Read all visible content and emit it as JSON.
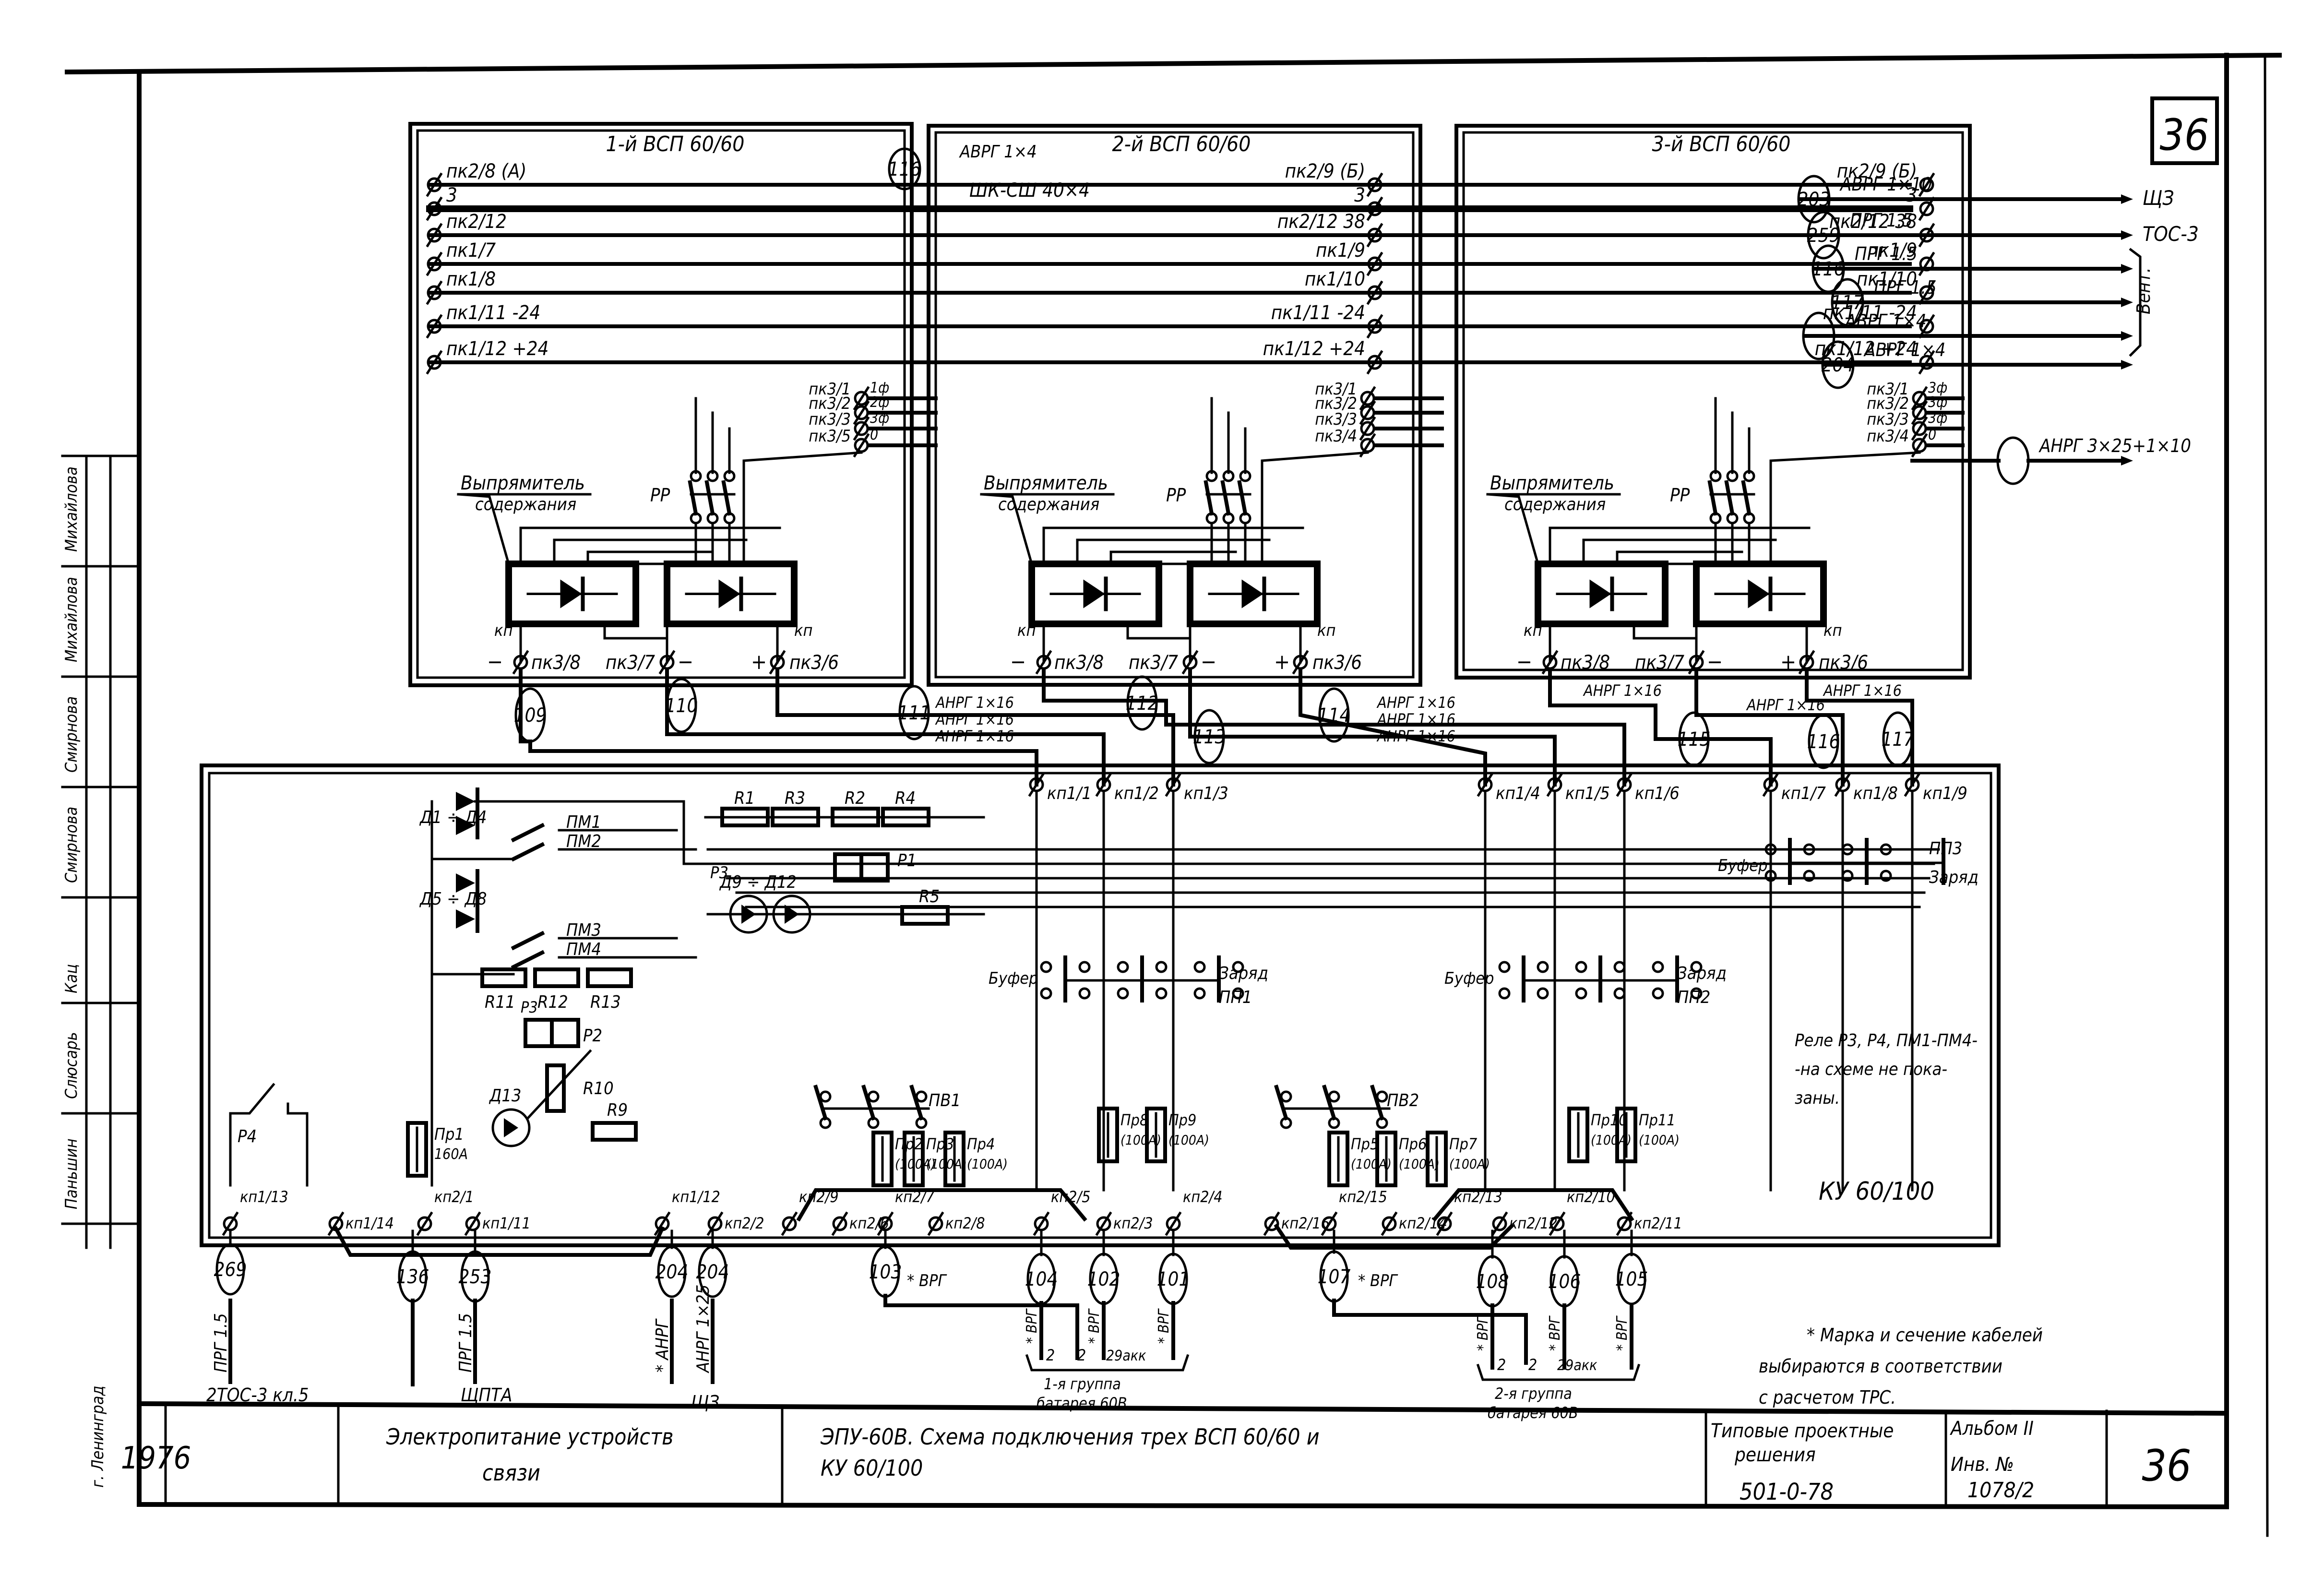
{
  "sheet": {
    "number_corner": "36",
    "title_block": {
      "year": "1976",
      "subject_line1": "Электропитание устройств",
      "subject_line2": "связи",
      "drawing_title_line1": "ЭПУ-60В. Схема подключения трех ВСП 60/60 и",
      "drawing_title_line2": "КУ 60/100",
      "type_line1": "Типовые проектные",
      "type_line2": "решения",
      "project_code": "501-0-78",
      "album": "Альбом II",
      "inv_label": "Инв. №",
      "inv_number": "1078/2",
      "sheet_number": "36"
    },
    "side_stamp": {
      "city": "г. Ленинград",
      "roles": [
        "Михайлова",
        "Михайлова",
        "Смирнова",
        "Смирнова",
        "Кац",
        "Слюсарь",
        "Паньшин"
      ]
    }
  },
  "units": [
    {
      "title": "1-й ВСП 60/60",
      "top_terminals": [
        "пк2/8 (А)",
        "3",
        "пк2/12",
        "пк1/7",
        "пк1/8",
        "пк1/11 -24",
        "пк1/12 +24"
      ],
      "phase_terminals": [
        "пк3/1",
        "пк3/2",
        "пк3/3",
        "пк3/5"
      ],
      "phase_marks": [
        "1ф",
        "2ф",
        "3ф",
        "0"
      ],
      "rectifier_label_1": "Выпрямитель",
      "rectifier_label_2": "содержания",
      "switch": "РР",
      "out_terminals": [
        "пк3/8",
        "пк3/7",
        "пк3/6"
      ],
      "kp": "кп"
    },
    {
      "title": "2-й ВСП 60/60",
      "top_terminals": [
        "пк2/9 (Б)",
        "3",
        "пк2/12 38",
        "пк1/9",
        "пк1/10",
        "пк1/11 -24",
        "пк1/12 +24"
      ],
      "phase_terminals": [
        "пк3/1",
        "пк3/2",
        "пк3/3",
        "пк3/4"
      ],
      "phase_marks": [
        "",
        "",
        "",
        ""
      ],
      "rectifier_label_1": "Выпрямитель",
      "rectifier_label_2": "содержания",
      "switch": "РР",
      "out_terminals": [
        "пк3/8",
        "пк3/7",
        "пк3/6"
      ],
      "kp": "кп"
    },
    {
      "title": "3-й ВСП 60/60",
      "top_terminals": [
        "пк2/9 (Б)",
        "3",
        "пк2/12 38",
        "пк1/9",
        "пк1/10",
        "пк1/11 -24",
        "пк1/12 +24"
      ],
      "phase_terminals": [
        "пк3/1",
        "пк3/2",
        "пк3/3",
        "пк3/4"
      ],
      "phase_marks": [
        "3ф",
        "3ф",
        "3ф",
        "0"
      ],
      "rectifier_label_1": "Выпрямитель",
      "rectifier_label_2": "содержания",
      "switch": "РР",
      "out_terminals": [
        "пк3/8",
        "пк3/7",
        "пк3/6"
      ],
      "kp": "кп"
    }
  ],
  "bus_labels": {
    "cable_116_top": "116",
    "avrg_1x4": "АВРГ 1×4",
    "shk": "ШК-СШ 40×4"
  },
  "outgoing": [
    {
      "circle": "203",
      "cable": "АВРГ 1×10",
      "dest": "ЩЗ"
    },
    {
      "circle": "259",
      "cable": "ПРГ 1.5",
      "dest": "ТОС-3"
    },
    {
      "circle": "116",
      "cable": "ПРГ 1.5",
      "dest": ""
    },
    {
      "circle": "117",
      "cable": "ПРГ 1.5",
      "dest": ""
    },
    {
      "circle": "",
      "cable": "АВРГ 1×4",
      "dest": ""
    },
    {
      "circle": "204",
      "cable": "АВРГ 1×4",
      "dest": ""
    },
    {
      "circle": "",
      "cable": "АНРГ 3×25+1×10",
      "dest": ""
    }
  ],
  "vent_label": "Вент.",
  "middle_cables": [
    {
      "circle": "109"
    },
    {
      "circle": "110"
    },
    {
      "circle": "111"
    },
    {
      "circle": "112"
    },
    {
      "circle": "113"
    },
    {
      "circle": "114"
    },
    {
      "circle": "115"
    },
    {
      "circle": "116"
    },
    {
      "circle": "117"
    }
  ],
  "cable_anrg16": "АНРГ 1×16",
  "ku": {
    "title": "КУ 60/100",
    "note_line1": "Реле Р3, Р4, ПМ1-ПМ4-",
    "note_line2": "-на схеме не пока-",
    "note_line3": "заны.",
    "kp1_terminals": [
      "кп1/1",
      "кп1/2",
      "кп1/3",
      "кп1/4",
      "кп1/5",
      "кп1/6",
      "кп1/7",
      "кп1/8",
      "кп1/9"
    ],
    "diodes_a": "Д1 ÷ Д4",
    "diodes_b": "Д5 ÷ Д8",
    "diodes_c": "Д9 ÷ Д12",
    "d13": "Д13",
    "pm": [
      "ПМ1",
      "ПМ2",
      "ПМ3",
      "ПМ4"
    ],
    "resistors_top": [
      "R1",
      "R3",
      "R2",
      "R4"
    ],
    "r5": "R5",
    "p1": "Р1",
    "p3": "Р3",
    "p2": "Р2",
    "resistors_mid": [
      "R11",
      "R12",
      "R13"
    ],
    "r10": "R10",
    "r9": "R9",
    "p4": "Р4",
    "pr1": "Пр1",
    "pr1_rating": "160А",
    "buffer": "Буфер",
    "charge": "Заряд",
    "pp": [
      "ПП1",
      "ПП2",
      "ПП3"
    ],
    "pv": [
      "ПВ1",
      "ПВ2"
    ],
    "fuses": [
      {
        "name": "Пр2",
        "rating": "100А"
      },
      {
        "name": "Пр3",
        "rating": "100А"
      },
      {
        "name": "Пр4",
        "rating": "100А"
      },
      {
        "name": "Пр8",
        "rating": "100А"
      },
      {
        "name": "Пр9",
        "rating": "100А"
      },
      {
        "name": "Пр5",
        "rating": "100А"
      },
      {
        "name": "Пр6",
        "rating": "100А"
      },
      {
        "name": "Пр7",
        "rating": "100А"
      },
      {
        "name": "Пр10",
        "rating": "100А"
      },
      {
        "name": "Пр11",
        "rating": "100А"
      }
    ],
    "bottom_terminals": [
      "кп1/13",
      "кп1/14",
      "кп2/1",
      "кп1/11",
      "кп1/12",
      "кп2/2",
      "кп2/9",
      "кп2/6",
      "кп2/7",
      "кп2/8",
      "кп2/5",
      "кп2/3",
      "кп2/4",
      "кп2/16",
      "кп2/15",
      "кп2/14",
      "кп2/13",
      "кп2/12",
      "кп2/10",
      "кп2/11"
    ]
  },
  "bottom_cables": [
    {
      "circle": "269",
      "cable": "ПРГ 1.5",
      "dest": "2ТОС-3 кл.5"
    },
    {
      "circle": "136",
      "cable": "",
      "dest": ""
    },
    {
      "circle": "253",
      "cable": "ПРГ 1.5",
      "dest": "ЩПТА"
    },
    {
      "circle": "204",
      "cable": "* АНРГ",
      "dest": ""
    },
    {
      "circle": "204",
      "cable": "АНРГ 1×25",
      "dest": "ЩЗ"
    },
    {
      "circle": "103",
      "cable": "* ВРГ",
      "dest": ""
    },
    {
      "circle": "104",
      "cable": "* ВРГ",
      "dest": ""
    },
    {
      "circle": "102",
      "cable": "* ВРГ",
      "dest": ""
    },
    {
      "circle": "101",
      "cable": "* ВРГ",
      "dest": ""
    },
    {
      "circle": "107",
      "cable": "* ВРГ",
      "dest": ""
    },
    {
      "circle": "108",
      "cable": "* ВРГ",
      "dest": ""
    },
    {
      "circle": "106",
      "cable": "* ВРГ",
      "dest": ""
    },
    {
      "circle": "105",
      "cable": "* ВРГ",
      "dest": ""
    }
  ],
  "battery_groups": [
    {
      "line1": "1-я группа",
      "line2": "батарея 60В",
      "marks": [
        "2",
        "2",
        "29акк"
      ]
    },
    {
      "line1": "2-я группа",
      "line2": "батарея 60В",
      "marks": [
        "2",
        "2",
        "29акк"
      ]
    }
  ],
  "footnote": {
    "line1": "* Марка и сечение кабелей",
    "line2": "выбираются в соответствии",
    "line3": "с расчетом ТРС."
  }
}
